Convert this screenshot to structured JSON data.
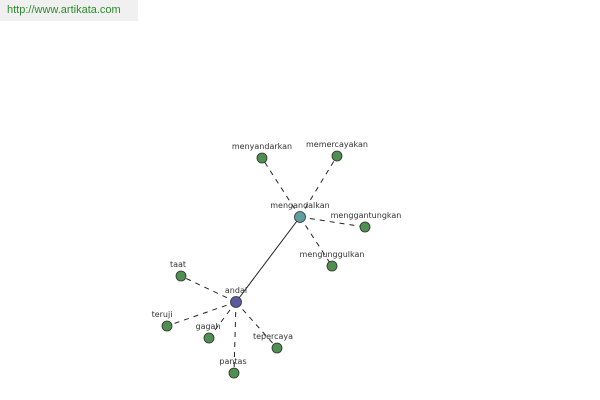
{
  "banner": {
    "url": "http://www.artikata.com"
  },
  "colors": {
    "banner_text": "#2e8b2e",
    "root_node": "#5a5aa0",
    "hub_node": "#5f9ea0",
    "leaf_node": "#4f8f4f"
  },
  "graph": {
    "nodes": [
      {
        "id": "andal",
        "label": "andal",
        "kind": "root"
      },
      {
        "id": "mengandalkan",
        "label": "mengandalkan",
        "kind": "hub"
      },
      {
        "id": "menyandarkan",
        "label": "menyandarkan",
        "kind": "leaf"
      },
      {
        "id": "memercayakan",
        "label": "memercayakan",
        "kind": "leaf"
      },
      {
        "id": "menggantungkan",
        "label": "menggantungkan",
        "kind": "leaf"
      },
      {
        "id": "mengunggulkan",
        "label": "mengunggulkan",
        "kind": "leaf"
      },
      {
        "id": "taat",
        "label": "taat",
        "kind": "leaf"
      },
      {
        "id": "teruji",
        "label": "teruji",
        "kind": "leaf"
      },
      {
        "id": "gagah",
        "label": "gagah",
        "kind": "leaf"
      },
      {
        "id": "pantas",
        "label": "pantas",
        "kind": "leaf"
      },
      {
        "id": "tepercaya",
        "label": "tepercaya",
        "kind": "leaf"
      }
    ],
    "edges": [
      {
        "from": "andal",
        "to": "mengandalkan",
        "style": "solid"
      },
      {
        "from": "mengandalkan",
        "to": "menyandarkan",
        "style": "dashed"
      },
      {
        "from": "mengandalkan",
        "to": "memercayakan",
        "style": "dashed"
      },
      {
        "from": "mengandalkan",
        "to": "menggantungkan",
        "style": "dashed"
      },
      {
        "from": "mengandalkan",
        "to": "mengunggulkan",
        "style": "dashed"
      },
      {
        "from": "andal",
        "to": "taat",
        "style": "dashed"
      },
      {
        "from": "andal",
        "to": "teruji",
        "style": "dashed"
      },
      {
        "from": "andal",
        "to": "gagah",
        "style": "dashed"
      },
      {
        "from": "andal",
        "to": "pantas",
        "style": "dashed"
      },
      {
        "from": "andal",
        "to": "tepercaya",
        "style": "dashed"
      }
    ]
  }
}
